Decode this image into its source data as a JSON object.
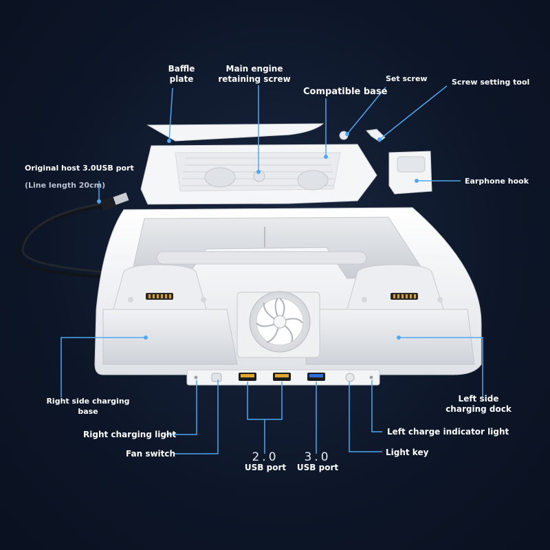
{
  "labels": {
    "baffle_plate": "Baffle\nplate",
    "main_engine_screw": "Main engine\nretaining screw",
    "compatible_base": "Compatible base",
    "set_screw": "Set screw",
    "screw_setting_tool": "Screw setting tool",
    "original_host_usb": "Original host 3.0USB port",
    "line_length": "(Line length 20cm)",
    "earphone_hook": "Earphone hook",
    "right_side_charging_base": "Right side charging\nbase",
    "left_side_charging_dock": "Left side\ncharging dock",
    "right_charging_light": "Right charging light",
    "fan_switch": "Fan switch",
    "left_charge_indicator_light": "Left charge indicator light",
    "light_key": "Light key",
    "usb2_version": "2.0",
    "usb2_label": "USB port",
    "usb3_version": "3.0",
    "usb3_label": "USB port"
  },
  "colors": {
    "background": "#0d1628",
    "leader_line": "#4fa8f0",
    "device_white": "#f2f3f5",
    "label_text": "#ffffff"
  },
  "icons": [
    "fan-icon",
    "usb-plug-icon",
    "usb-port-icon"
  ]
}
